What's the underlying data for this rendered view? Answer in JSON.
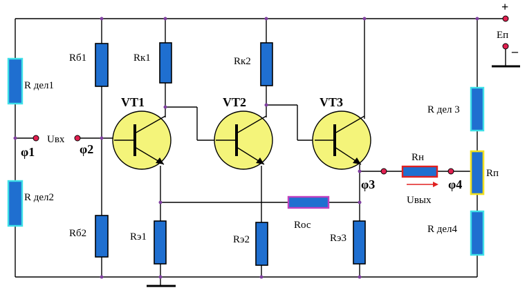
{
  "labels": {
    "rdel1": "R дел1",
    "rdel2": "R дел2",
    "rdel3": "R дел 3",
    "rdel4": "R дел4",
    "rb1": "Rб1",
    "rb2": "Rб2",
    "rk1": "Rк1",
    "rk2": "Rк2",
    "re1": "Rэ1",
    "re2": "Rэ2",
    "re3": "Rэ3",
    "roc": "Rос",
    "rn": "Rн",
    "rp": "Rп",
    "vt1": "VT1",
    "vt2": "VT2",
    "vt3": "VT3",
    "uin": "Uвх",
    "uout": "Uвых",
    "phi1": "φ1",
    "phi2": "φ2",
    "phi3": "φ3",
    "phi4": "φ4",
    "ep": "Eп",
    "plus": "+",
    "minus": "–"
  },
  "colors": {
    "resistor": "#1f6fd0",
    "transistor": "#f4f47a",
    "divider_border": "#3fe0e8",
    "feedback_border": "#c040c0",
    "load_border": "#e02020",
    "pot_border": "#f0e020",
    "terminal": "#e02050",
    "node": "#8040a0"
  }
}
